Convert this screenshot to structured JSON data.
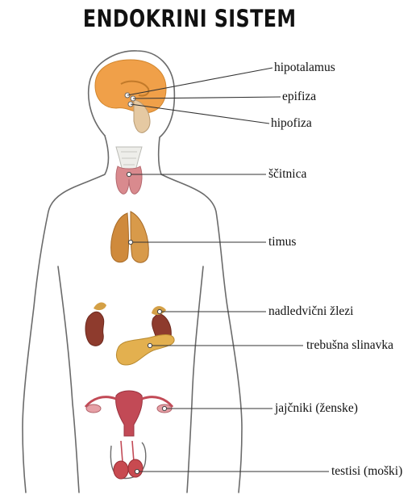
{
  "title": "ENDOKRINI SISTEM",
  "labels": {
    "hypothalamus": "hipotalamus",
    "pineal": "epifiza",
    "pituitary": "hipofiza",
    "thyroid": "ščitnica",
    "thymus": "timus",
    "adrenal": "nadledvični žlezi",
    "pancreas": "trebušna slinavka",
    "ovaries": "jajčniki (ženske)",
    "testes": "testisi (moški)"
  },
  "colors": {
    "outline": "#6b6b6b",
    "brain": "#f0a049",
    "thyroid": "#d98a8e",
    "thymus": "#cf8a3c",
    "kidney": "#8e3b2d",
    "pancreas": "#e3b04f",
    "uterus": "#c24a56"
  }
}
